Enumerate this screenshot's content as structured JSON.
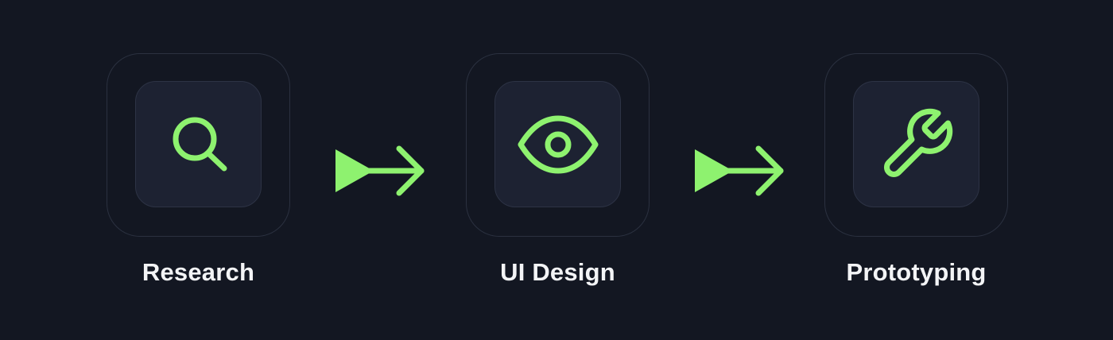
{
  "accent_color": "#8ef26f",
  "steps": [
    {
      "label": "Research",
      "icon": "search-icon"
    },
    {
      "label": "UI Design",
      "icon": "eye-icon"
    },
    {
      "label": "Prototyping",
      "icon": "wrench-icon"
    }
  ],
  "connectors": [
    {
      "icon": "arrow-right-icon"
    },
    {
      "icon": "arrow-right-icon"
    }
  ]
}
